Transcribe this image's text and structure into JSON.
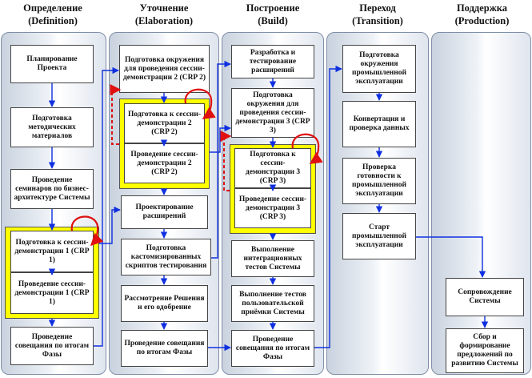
{
  "colors": {
    "connector": "#1030e0",
    "loop": "#e01010",
    "highlight": "#ffff00"
  },
  "phases": [
    {
      "header": {
        "ru": "Определение",
        "en": "(Definition)"
      },
      "steps": {
        "planning": "Планирование Проекта",
        "materials": "Подготовка методических материалов",
        "seminars": "Проведение семинаров по бизнес-архитектуре Системы",
        "crp_prep": "Подготовка к сессии-демонстрации 1 (CRP 1)",
        "crp_run": "Проведение сессии-демонстрации 1 (CRP 1)",
        "meeting": "Проведение совещания по итогам Фазы"
      }
    },
    {
      "header": {
        "ru": "Уточнение",
        "en": "(Elaboration)"
      },
      "steps": {
        "env": "Подготовка окружения для проведения сессии-демонстрации 2 (CRP 2)",
        "crp_prep": "Подготовка к сессии-демонстрации 2 (CRP 2)",
        "crp_run": "Проведение сессии-демонстрации 2 (CRP 2)",
        "design": "Проектирование расширений",
        "scripts": "Подготовка кастомизированных скриптов тестирования",
        "review": "Рассмотрение Решения и его одобрение",
        "meeting": "Проведение совещания по итогам Фазы"
      }
    },
    {
      "header": {
        "ru": "Построение",
        "en": "(Build)"
      },
      "steps": {
        "dev": "Разработка и тестирование расширений",
        "env": "Подготовка окружения для проведения сессии-демонстрации 3 (CRP 3)",
        "crp_prep": "Подготовка к сессии-демонстрации 3 (CRP 3)",
        "crp_run": "Проведение сессии-демонстрации 3 (CRP 3)",
        "integration": "Выполнение интеграционных тестов Системы",
        "acceptance": "Выполнение тестов пользовательской приёмки Системы",
        "meeting": "Проведение совещания по итогам Фазы"
      }
    },
    {
      "header": {
        "ru": "Переход",
        "en": "(Transition)"
      },
      "steps": {
        "env": "Подготовка окружения промышленной эксплуатации",
        "convert": "Конвертация и проверка данных",
        "readiness": "Проверка готовности к промышленной эксплуатации",
        "start": "Старт промышленной эксплуатации"
      }
    },
    {
      "header": {
        "ru": "Поддержка",
        "en": "(Production)"
      },
      "steps": {
        "support": "Сопровождение Системы",
        "proposals": "Сбор и формирование предложений по развитию Системы"
      }
    }
  ]
}
